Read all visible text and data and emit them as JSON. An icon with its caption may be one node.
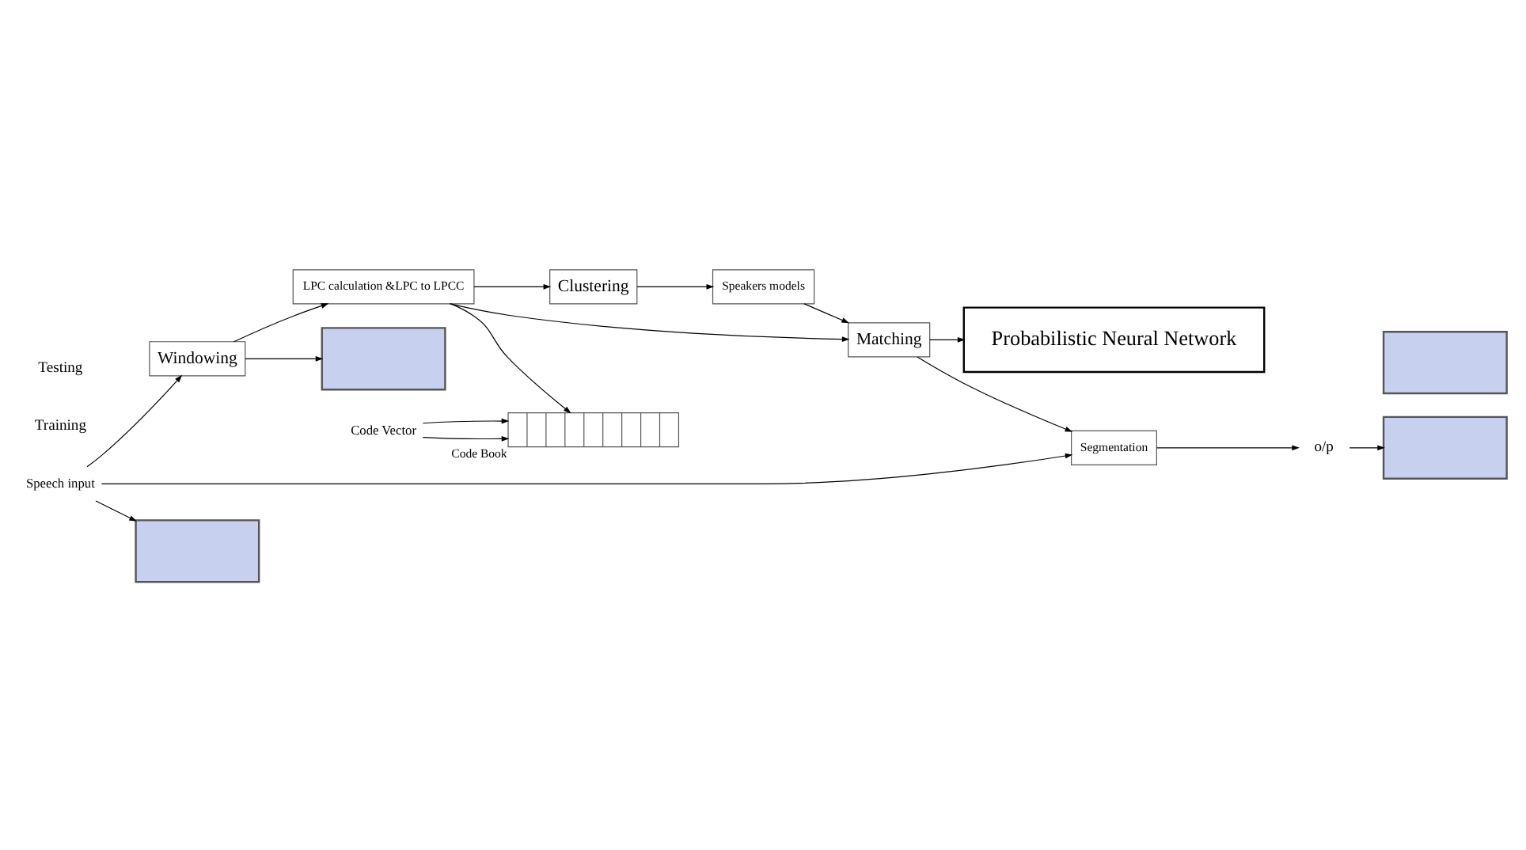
{
  "diagram": {
    "nodes": [
      {
        "text": [
          "Speech input"
        ]
      },
      {
        "text": [
          "Windowing"
        ]
      },
      {
        "text": [
          "LPC calculation &LPC to LPCC"
        ]
      },
      {
        "text": [
          "Clustering"
        ]
      },
      {
        "text": [
          "Speakers models"
        ]
      },
      {
        "text": [
          "Matching"
        ]
      },
      {
        "text": [
          "Segmentation"
        ]
      },
      {
        "text": [
          "o/p"
        ]
      },
      {
        "text": [],
        "shape": "box"
      },
      {
        "text": [],
        "shape": "box"
      },
      {
        "text": [],
        "shape": "box"
      },
      {
        "text": [],
        "shape": "box"
      },
      {
        "text": [],
        "shape": "bar",
        "beside": [
          "Code Book"
        ]
      },
      {
        "text": [
          "Code Vector"
        ]
      },
      {
        "text": [
          "Probabilistic Neural Network"
        ]
      }
    ],
    "edges": [
      {
        "from": 0,
        "to": 1,
        "arrow": "to"
      },
      {
        "from": 1,
        "to": 2,
        "arrow": "to"
      },
      {
        "from": 2,
        "to": 3,
        "arrow": "to"
      },
      {
        "from": 2,
        "to": 5,
        "arrow": "to"
      },
      {
        "from": 3,
        "to": 4,
        "arrow": "to"
      },
      {
        "from": 4,
        "to": 5,
        "arrow": "to"
      },
      {
        "from": 5,
        "to": 6,
        "arrow": "to"
      },
      {
        "from": 0,
        "to": 6,
        "arrow": "to"
      },
      {
        "from": 6,
        "to": 7,
        "arrow": "to"
      },
      {
        "from": 0,
        "to": 8,
        "arrow": "to"
      },
      {
        "from": 1,
        "to": 9,
        "arrow": "to"
      },
      {
        "from": 2,
        "to": 12,
        "arrow": "to"
      },
      {
        "from": 7,
        "to": 10,
        "arrow": "to"
      },
      {
        "from": 5,
        "to": 14,
        "arrow": "to"
      },
      {
        "from": 13,
        "to": 12,
        "arrow": "to"
      },
      {
        "from": 13,
        "to": 12,
        "arrow": "to"
      }
    ],
    "labels": [
      "Training",
      "Testing"
    ]
  }
}
